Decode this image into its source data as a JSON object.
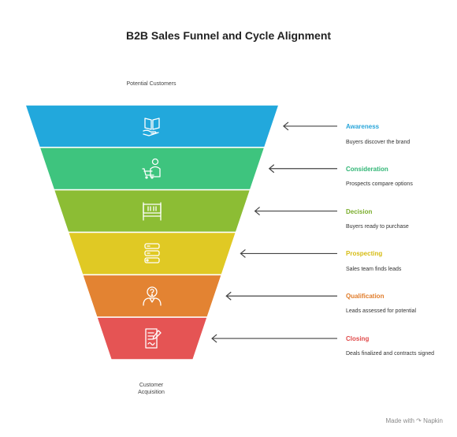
{
  "title": "B2B Sales Funnel and Cycle Alignment",
  "top_label": "Potential Customers",
  "bottom_label": "Customer\nAcquisition",
  "stages": [
    {
      "title": "Awareness",
      "desc": "Buyers discover the brand",
      "color": "#22a8dc",
      "title_color": "#2aa6da",
      "icon": "book-hand-icon"
    },
    {
      "title": "Consideration",
      "desc": "Prospects compare options",
      "color": "#3ec47e",
      "title_color": "#2fb574",
      "icon": "shopper-basket-icon"
    },
    {
      "title": "Decision",
      "desc": "Buyers ready to purchase",
      "color": "#8cbd34",
      "title_color": "#7aad2c",
      "icon": "signboard-icon"
    },
    {
      "title": "Prospecting",
      "desc": "Sales team finds leads",
      "color": "#e0c924",
      "title_color": "#d6bc14",
      "icon": "server-stack-icon"
    },
    {
      "title": "Qualification",
      "desc": "Leads assessed for potential",
      "color": "#e38332",
      "title_color": "#e07c2a",
      "icon": "person-question-icon"
    },
    {
      "title": "Closing",
      "desc": "Deals finalized and contracts signed",
      "color": "#e55454",
      "title_color": "#e04a4a",
      "icon": "signed-contract-icon"
    }
  ],
  "footer": {
    "text": "Made with",
    "brand": "Napkin"
  }
}
